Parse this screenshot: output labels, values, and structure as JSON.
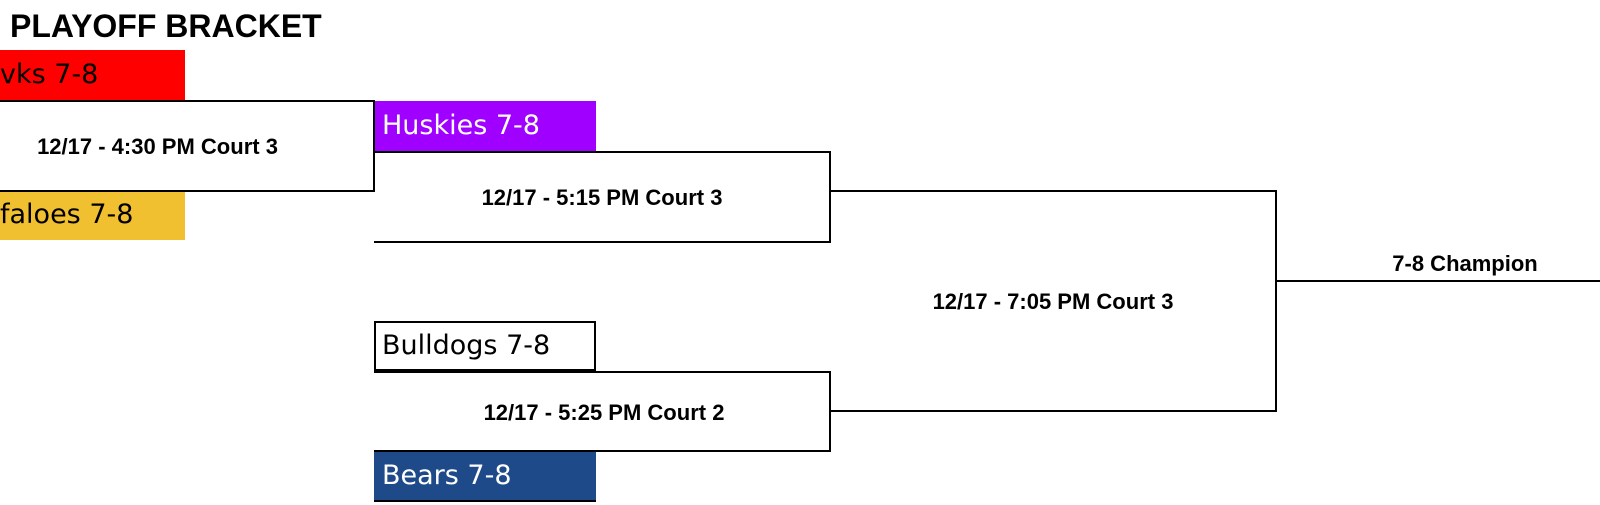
{
  "title": "PLAYOFF BRACKET",
  "colors": {
    "hawks": "#ff0000",
    "buffaloes": "#f0c030",
    "huskies": "#a000ff",
    "bulldogs": "#ffffff",
    "bears": "#1f4a8a",
    "line": "#000000"
  },
  "teams": {
    "hawks": "vks 7-8",
    "buffaloes": "faloes 7-8",
    "huskies": "Huskies 7-8",
    "bulldogs": "Bulldogs 7-8",
    "bears": "Bears 7-8"
  },
  "games": {
    "g1": "12/17 - 4:30 PM Court 3",
    "g2": "12/17 - 5:15 PM Court 3",
    "g3": "12/17 - 5:25 PM Court 2",
    "final": "12/17 - 7:05 PM Court 3"
  },
  "champion": "7-8 Champion"
}
